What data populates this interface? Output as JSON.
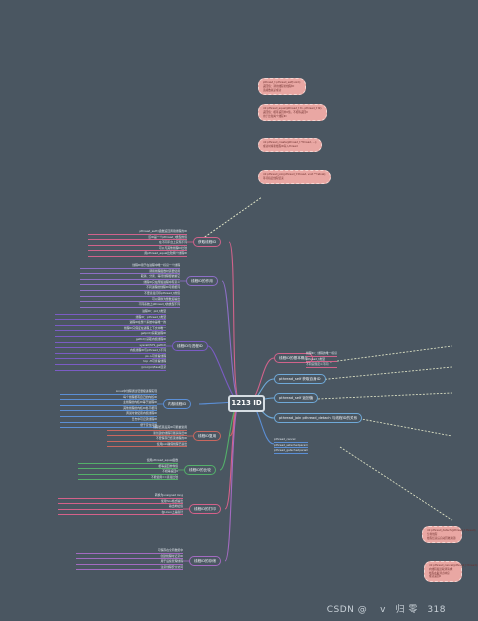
{
  "colors": {
    "background": "#4a5661",
    "center_border": "#d6dde3",
    "cloud_fill": "#e9a7a3",
    "cloud_border": "#f5d6d2",
    "cloud_text": "#6d2f2d",
    "connector_dashed": "#e8eccc"
  },
  "center": {
    "label": "1213 ID"
  },
  "left_branches": [
    {
      "label": "获取线程ID",
      "color": "#d1638b",
      "children": [
        "pthread_self()函数返回调用线程的ID",
        "该ID是一个pthread_t类型的值",
        "在不同平台上实现不同",
        "可以与其他线程ID比较",
        "用pthread_equal比较两个线程ID"
      ]
    },
    {
      "label": "线程ID的作用",
      "color": "#8e6fc7",
      "children": [
        "线程ID用于在进程中唯一标识一个线程",
        "调用线程函数时需要使用",
        "取消、分离、等待线程都依赖它",
        "线程ID只在所属进程中有意义",
        "不同进程的线程ID可能相同",
        "不要直接打印pthread_t的值",
        "可以转换为整数后输出",
        "不同系统上pthread_t的类型不同"
      ]
    },
    {
      "label": "线程ID与进程ID",
      "color": "#7b5cc5",
      "children": [
        "进程ID：pid_t类型",
        "线程ID：pthread_t类型",
        "进程ID在整个系统中是唯一的",
        "线程ID只保证在进程上下文中唯一",
        "getpid()获取进程ID",
        "gettid()获取内核线程ID",
        "syscall(SYS_gettid)",
        "内核线程ID与pthread_t不同",
        "ps -L可查看线程",
        "top -H可查看线程",
        "/proc/pid/task目录"
      ]
    },
    {
      "label": "内核线程ID",
      "color": "#5b8fd6",
      "children": [
        "Linux中线程通过轻量级进程实现",
        "每个线程都有自己的内核ID",
        "主线程的内核ID等于进程ID",
        "其他线程的内核ID各不相同",
        "调试时常使用内核线程ID",
        "日志中可记录线程ID",
        "便于定位问题"
      ]
    },
    {
      "label": "线程ID复用",
      "color": "#c9675f",
      "children": [
        "线程结束后其ID可能被复用",
        "新创建的线程可能获得旧ID",
        "不要保存已结束线程的ID",
        "使用join确保线程已退出"
      ]
    },
    {
      "label": "线程ID的比较",
      "color": "#54b06a",
      "children": [
        "使用pthread_equal函数",
        "相等返回非零值",
        "不相等返回0",
        "不能使用==直接比较"
      ]
    },
    {
      "label": "线程ID的打印",
      "color": "#d6618a",
      "children": [
        "转换为unsigned long",
        "使用%lu格式输出",
        "输出地址值",
        "在Linux上是指针"
      ]
    },
    {
      "label": "线程ID的存储",
      "color": "#a46bc1",
      "children": [
        "可保存在全局数组中",
        "创建线程时记录ID",
        "用于后续管理线程",
        "注意线程安全访问"
      ]
    }
  ],
  "right_branches": [
    {
      "label": "线程ID的基本概念",
      "color": "#d1638b",
      "children": [
        "线程ID：线程的唯一标识",
        "pthread_t类型",
        "不同实现定义不同"
      ]
    },
    {
      "label": "pthread_self 获取自身ID",
      "color": "#6fa9d8",
      "children": []
    },
    {
      "label": "pthread_self 返回值",
      "color": "#6fa9d8",
      "children": []
    },
    {
      "label": "pthread_join  pthread_detach 与线程ID的关系",
      "color": "#6fa9d8",
      "children": []
    },
    {
      "label": "",
      "color": "#5b8fd6",
      "children": [
        "pthread_cancel",
        "pthread_setschedparam",
        "pthread_getschedparam"
      ]
    }
  ],
  "clouds_top": [
    {
      "lines": [
        "pthread_t pthread_self(void);",
        "返回值：调用线程的线程ID",
        "该函数总是成功"
      ]
    },
    {
      "lines": [
        "int pthread_equal(pthread_t t1, pthread_t t2);",
        "返回值：相等返回非0值，不相等返回0",
        "用于比较两个线程ID"
      ]
    },
    {
      "lines": [
        "int pthread_create(pthread_t *thread, ...);",
        "成功时将新线程ID存入thread"
      ]
    },
    {
      "lines": [
        "int pthread_join(pthread_t thread, void **retval);",
        "等待指定线程结束"
      ]
    }
  ],
  "clouds_bottom": [
    {
      "lines": [
        "int pthread_detach(pthread_t thread);",
        "分离线程",
        "线程结束后自动回收资源"
      ]
    },
    {
      "lines": [
        "int pthread_cancel(pthread_t thread);",
        "向线程发送取消请求",
        "线程在取消点响应",
        "成功返回0"
      ]
    }
  ],
  "watermark": "CSDN @ 　v　归 零　318"
}
